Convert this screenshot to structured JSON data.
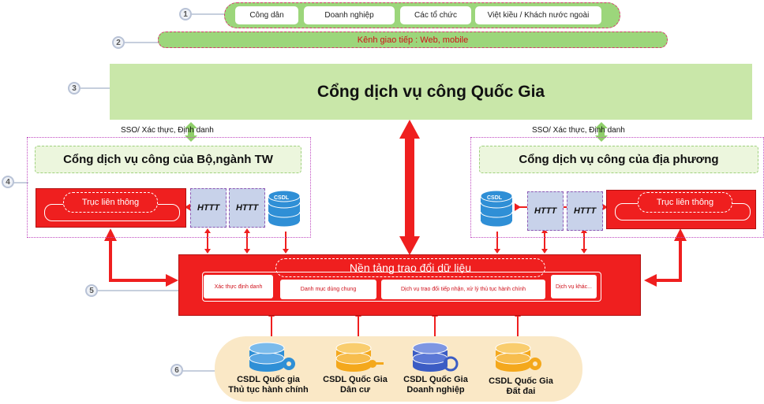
{
  "layers": {
    "l1": "1",
    "l2": "2",
    "l3": "3",
    "l4": "4",
    "l5": "5",
    "l6": "6"
  },
  "users": [
    "Công dân",
    "Doanh nghiệp",
    "Các tổ chức",
    "Việt kiều / Khách nước ngoài"
  ],
  "channel": "Kênh giao tiếp : Web, mobile",
  "national_portal": "Cổng dịch vụ công Quốc Gia",
  "sso_left": "SSO/ Xác thực, Định danh",
  "sso_right": "SSO/ Xác thực, Định danh",
  "ministry_portal": {
    "title": "Cổng dịch vụ công của Bộ,ngành TW",
    "bus": "Trục liên thông",
    "httt": [
      "HTTT",
      "HTTT"
    ],
    "db": "CSDL"
  },
  "local_portal": {
    "title": "Cổng dịch vụ công của địa phương",
    "bus": "Trục liên thông",
    "httt": [
      "HTTT",
      "HTTT"
    ],
    "db": "CSDL"
  },
  "platform": {
    "title": "Nền tảng trao đổi dữ liệu",
    "services": [
      "Xác thực định danh",
      "Danh mục dùng chung",
      "Dịch vụ trao đổi tiếp nhận, xử lý thủ tục hành chính",
      "Dịch vụ khác..."
    ]
  },
  "national_dbs": [
    {
      "line1": "CSDL Quốc gia",
      "line2": "Thủ tục hành chính",
      "color": "#2f8fd6"
    },
    {
      "line1": "CSDL Quốc Gia",
      "line2": "Dân cư",
      "color": "#f4a81c"
    },
    {
      "line1": "CSDL Quốc Gia",
      "line2": "Doanh nghiệp",
      "color": "#3b5cc4"
    },
    {
      "line1": "CSDL Quốc Gia",
      "line2": "Đất đai",
      "color": "#f4a81c"
    }
  ],
  "colors": {
    "red": "#ef1f1f",
    "green": "#c9e7a9",
    "light_green": "#ecf6dd",
    "magenta": "#c04ac0",
    "httt_fill": "#c8d2ea",
    "db_band": "#fae8c6"
  }
}
